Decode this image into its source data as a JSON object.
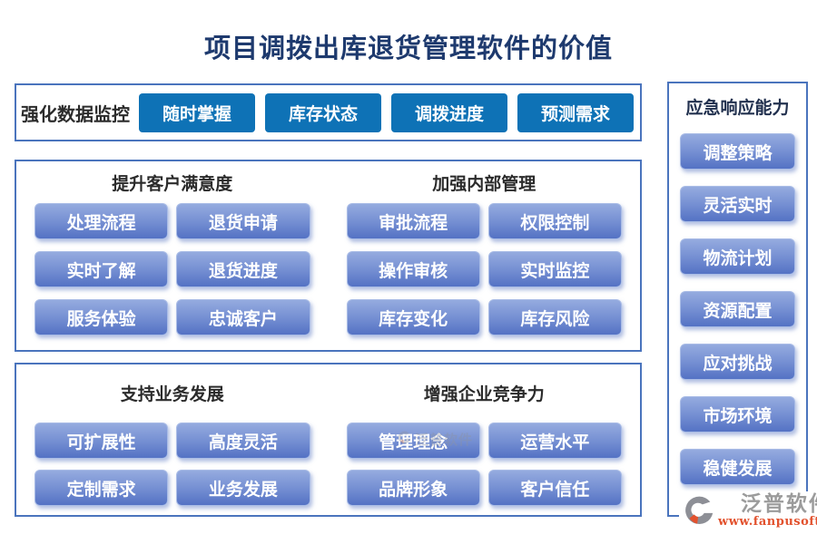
{
  "page": {
    "title": "项目调拨出库退货管理软件的价值"
  },
  "colors": {
    "title_text": "#1e3a6e",
    "box_border": "#4a74bd",
    "dark_button": "#0e72b6",
    "light_button_top": "#95abdf",
    "light_button_bottom": "#5472c4",
    "header_text": "#2b2b2b",
    "logo_grey": "#9b9b9b",
    "logo_orange": "#e2522e"
  },
  "top_section": {
    "label": "强化数据监控",
    "buttons": [
      "随时掌握",
      "库存状态",
      "调拨进度",
      "预测需求"
    ]
  },
  "mid_section": {
    "groups": [
      {
        "header": "提升客户满意度",
        "buttons": [
          "处理流程",
          "退货申请",
          "实时了解",
          "退货进度",
          "服务体验",
          "忠诚客户"
        ]
      },
      {
        "header": "加强内部管理",
        "buttons": [
          "审批流程",
          "权限控制",
          "操作审核",
          "实时监控",
          "库存变化",
          "库存风险"
        ]
      }
    ]
  },
  "bottom_section": {
    "groups": [
      {
        "header": "支持业务发展",
        "buttons": [
          "可扩展性",
          "高度灵活",
          "定制需求",
          "业务发展"
        ]
      },
      {
        "header": "增强企业竞争力",
        "buttons": [
          "管理理念",
          "运营水平",
          "品牌形象",
          "客户信任"
        ]
      }
    ]
  },
  "sidebar": {
    "header": "应急响应能力",
    "buttons": [
      "调整策略",
      "灵活实时",
      "物流计划",
      "资源配置",
      "应对挑战",
      "市场环境",
      "稳健发展"
    ]
  },
  "watermark": {
    "text": "泛普软件"
  },
  "logo": {
    "name": "泛普软件",
    "url": "www.fanpusoft.com"
  }
}
